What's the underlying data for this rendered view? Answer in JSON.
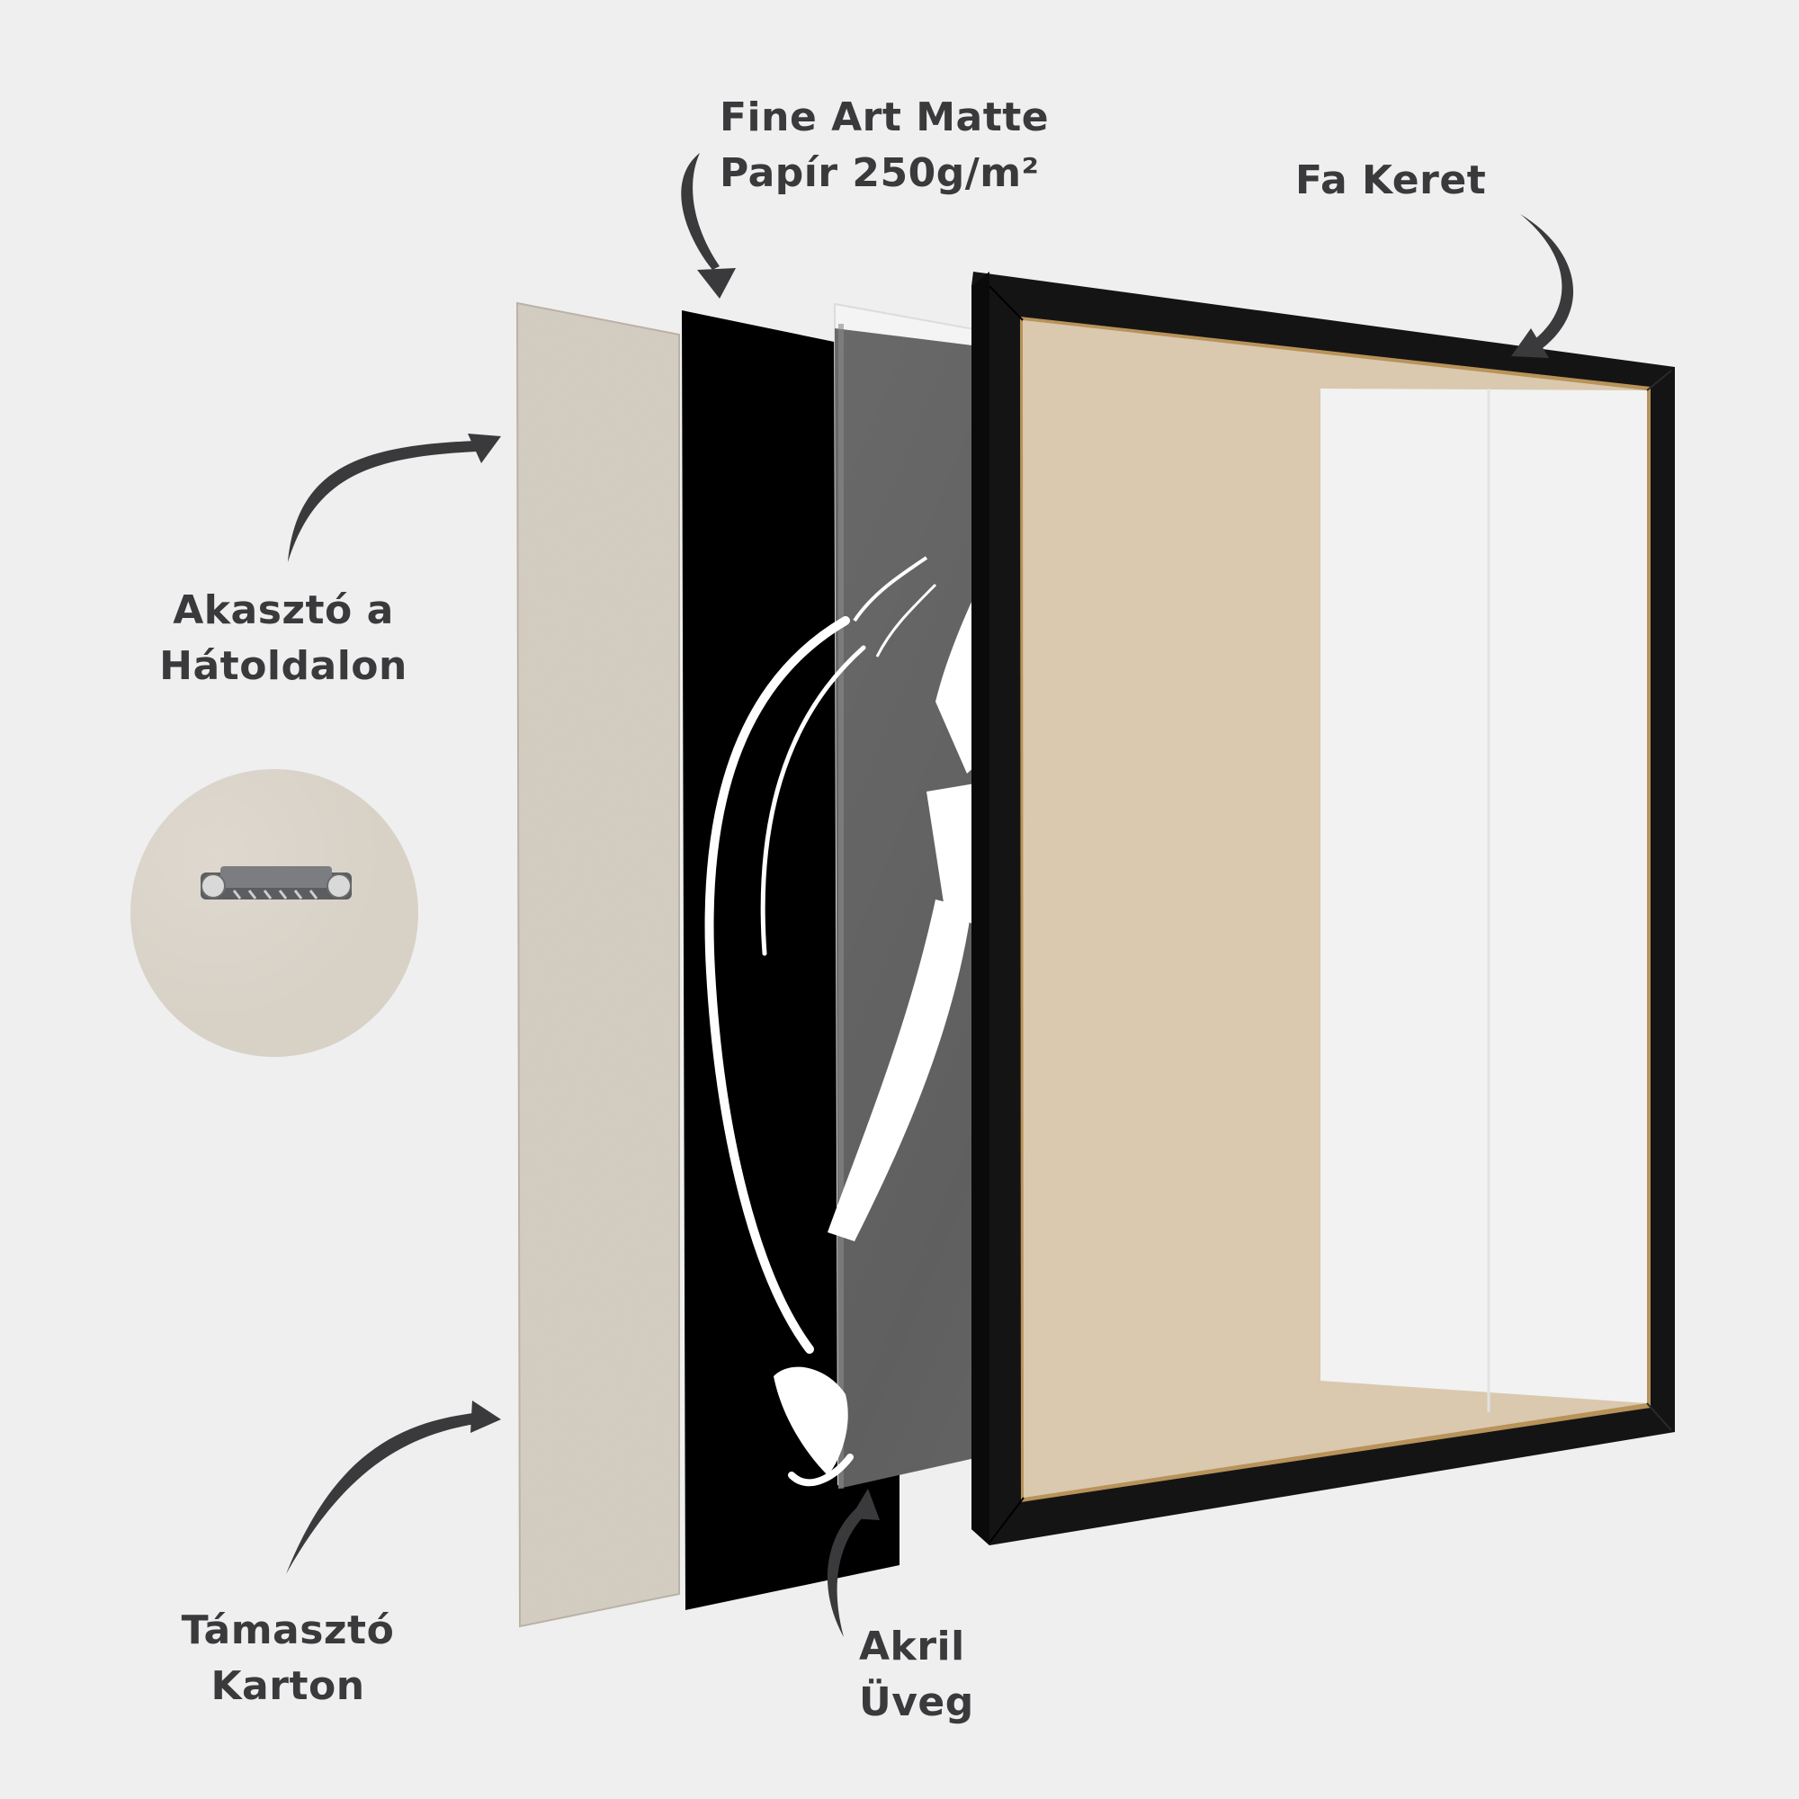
{
  "title": "Frame construction diagram",
  "labels": {
    "paper": {
      "line1": "Fine Art Matte",
      "line2": "Papír 250g/m²"
    },
    "frame": {
      "line1": "Fa Keret"
    },
    "hanger": {
      "line1": "Akasztó a",
      "line2": "Hátoldalon"
    },
    "backboard": {
      "line1": "Támasztó",
      "line2": "Karton"
    },
    "acrylic": {
      "line1": "Akril",
      "line2": "Üveg"
    }
  },
  "layers": [
    {
      "name": "backboard",
      "color": "#d6cfc3"
    },
    {
      "name": "print",
      "color": "#000000",
      "artwork": "tennis-player-silhouette"
    },
    {
      "name": "acrylic-glass",
      "color": "#5a5a5a",
      "opacity": 0.55
    },
    {
      "name": "wooden-frame",
      "color": "#141414",
      "inner_edge": "#b8935a"
    }
  ],
  "colors": {
    "background": "#efefef",
    "text": "#3a3a3c",
    "arrow": "#3a3a3c"
  },
  "icons": {
    "hanger_detail": "sawtooth-hanger-icon"
  }
}
